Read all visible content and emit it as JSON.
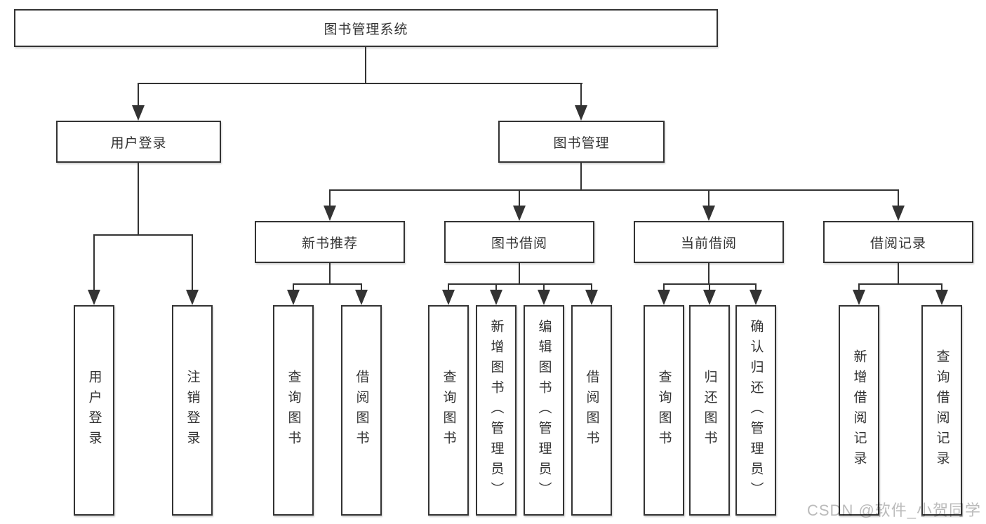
{
  "diagram": {
    "root": "图书管理系统",
    "level2": [
      "用户登录",
      "图书管理"
    ],
    "level3": [
      "新书推荐",
      "图书借阅",
      "当前借阅",
      "借阅记录"
    ],
    "leaves": {
      "user_login": [
        "用户登录",
        "注销登录"
      ],
      "new_book_recommend": [
        "查询图书",
        "借阅图书"
      ],
      "book_borrow": [
        "查询图书",
        "新增图书（管理员）",
        "编辑图书（管理员）",
        "借阅图书"
      ],
      "current_borrow": [
        "查询图书",
        "归还图书",
        "确认归还（管理员）"
      ],
      "borrow_records": [
        "新增借阅记录",
        "查询借阅记录"
      ]
    }
  },
  "watermark": {
    "text": "CSDN @软件_小贺同学"
  },
  "colors": {
    "line": "#333333",
    "border": "#333333",
    "text": "#333333",
    "background": "#ffffff",
    "watermark": "#bbbbbb"
  }
}
